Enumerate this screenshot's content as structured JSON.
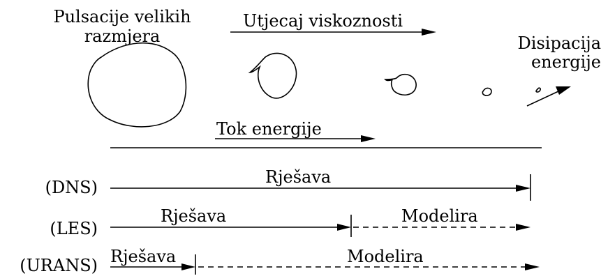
{
  "top": {
    "large_scale_line1": "Pulsacije velikih",
    "large_scale_line2": "razmjera",
    "viscosity_label": "Utjecaj viskoznosti",
    "dissipation_line1": "Disipacija",
    "dissipation_line2": "energije",
    "energy_flow_label": "Tok energije"
  },
  "rows": [
    {
      "method": "(DNS)",
      "resolved_label": "Rješava",
      "modeled_label": ""
    },
    {
      "method": "(LES)",
      "resolved_label": "Rješava",
      "modeled_label": "Modelira"
    },
    {
      "method": "(URANS)",
      "resolved_label": "Rješava",
      "modeled_label": "Modelira"
    }
  ]
}
